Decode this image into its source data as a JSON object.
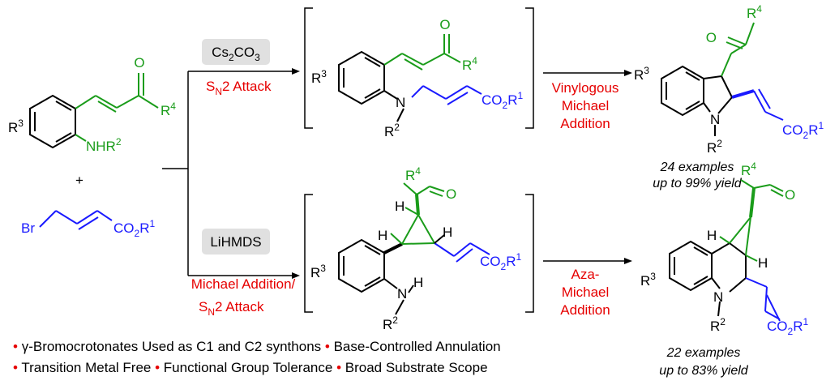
{
  "colors": {
    "green": "#1a9c1a",
    "blue": "#1a1aff",
    "red": "#e60000",
    "black": "#000000",
    "reagent_box": "#e0e0e0"
  },
  "labels": {
    "R1": "1",
    "R2": "2",
    "R3": "3",
    "R4": "4",
    "O": "O",
    "N": "N",
    "H": "H",
    "NHR": "NHR",
    "Br": "Br",
    "CO": "CO",
    "two": "2",
    "plus": "+"
  },
  "top_route": {
    "reagent": {
      "main": "Cs",
      "sub1": "2",
      "mid": "CO",
      "sub2": "3"
    },
    "mechanism": {
      "s": "S",
      "n": "N",
      "rest": "2 Attack"
    },
    "cyclization": [
      "Vinylogous",
      "Michael",
      "Addition"
    ],
    "result": {
      "examples": "24 examples",
      "yield": "up to 99% yield"
    }
  },
  "bottom_route": {
    "reagent": "LiHMDS",
    "mechanism_line1": "Michael Addition/",
    "mechanism_line2": {
      "s": "S",
      "n": "N",
      "rest": "2 Attack"
    },
    "cyclization": [
      "Aza-",
      "Michael",
      "Addition"
    ],
    "result": {
      "examples": "22 examples",
      "yield": "up to 83% yield"
    }
  },
  "highlights": {
    "bullet": "•",
    "gamma": "γ",
    "items": [
      "-Bromocrotonates Used as C1 and C2 synthons",
      "Base-Controlled Annulation",
      "Transition Metal Free",
      "Functional Group Tolerance",
      "Broad Substrate Scope"
    ]
  }
}
